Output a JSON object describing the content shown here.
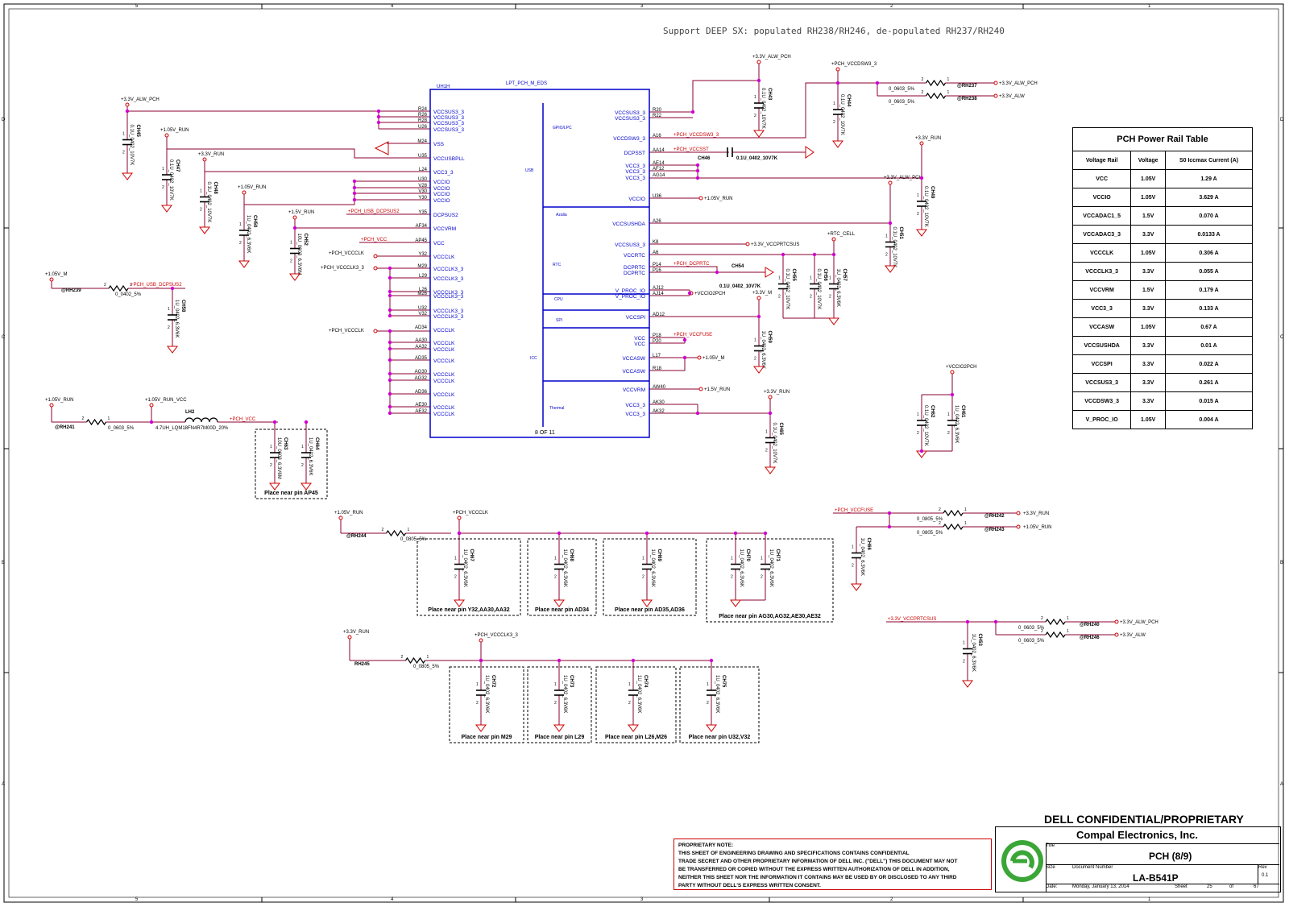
{
  "header_note": "Support DEEP SX: populated RH238/RH246, de-populated RH237/RH240",
  "border": {
    "top_cols": [
      "5",
      "4",
      "3",
      "2",
      "1"
    ],
    "bottom_cols": [
      "5",
      "4",
      "3",
      "2",
      "1"
    ],
    "side_rows": [
      "D",
      "C",
      "B",
      "A"
    ]
  },
  "ic": {
    "ref": "UH1H",
    "part": "LPT_PCH_M_EDS",
    "footer": "8 OF 11",
    "left_pins": [
      {
        "pin": "R24",
        "net": "VCCSUS3_3"
      },
      {
        "pin": "R26",
        "net": "VCCSUS3_3"
      },
      {
        "pin": "R28",
        "net": "VCCSUS3_3"
      },
      {
        "pin": "U26",
        "net": "VCCSUS3_3"
      },
      {
        "pin": "M24",
        "net": "VSS"
      },
      {
        "pin": "U35",
        "net": "VCCUSBPLL"
      },
      {
        "pin": "L24",
        "net": "VCC3_3"
      },
      {
        "pin": "U30",
        "net": "VCCIO"
      },
      {
        "pin": "V28",
        "net": "VCCIO"
      },
      {
        "pin": "V30",
        "net": "VCCIO"
      },
      {
        "pin": "Y30",
        "net": "VCCIO"
      },
      {
        "pin": "Y35",
        "net": "DCPSUS2"
      },
      {
        "pin": "AF34",
        "net": "VCCVRM"
      },
      {
        "pin": "AP45",
        "net": "VCC"
      },
      {
        "pin": "Y32",
        "net": "VCCCLK"
      },
      {
        "pin": "M29",
        "net": "VCCCLK3_3"
      },
      {
        "pin": "L29",
        "net": "VCCCLK3_3"
      },
      {
        "pin": "L26",
        "net": "VCCCLK3_3"
      },
      {
        "pin": "M26",
        "net": "VCCCLK3_3"
      },
      {
        "pin": "U32",
        "net": "VCCCLK3_3"
      },
      {
        "pin": "V32",
        "net": "VCCCLK3_3"
      },
      {
        "pin": "AD34",
        "net": "VCCCLK"
      },
      {
        "pin": "AA30",
        "net": "VCCCLK"
      },
      {
        "pin": "AA32",
        "net": "VCCCLK"
      },
      {
        "pin": "AD35",
        "net": "VCCCLK"
      },
      {
        "pin": "AG30",
        "net": "VCCCLK"
      },
      {
        "pin": "AG32",
        "net": "VCCCLK"
      },
      {
        "pin": "AD36",
        "net": "VCCCLK"
      },
      {
        "pin": "AE30",
        "net": "VCCCLK"
      },
      {
        "pin": "AE32",
        "net": "VCCCLK"
      }
    ],
    "right_pins": [
      {
        "pin": "R20",
        "net": "VCCSUS3_3"
      },
      {
        "pin": "R22",
        "net": "VCCSUS3_3"
      },
      {
        "pin": "A16",
        "net": "VCCDSW3_3"
      },
      {
        "pin": "AA14",
        "net": "DCPSST"
      },
      {
        "pin": "AE14",
        "net": "VCC3_3"
      },
      {
        "pin": "AF12",
        "net": "VCC3_3"
      },
      {
        "pin": "AG14",
        "net": "VCC3_3"
      },
      {
        "pin": "U36",
        "net": "VCCIO"
      },
      {
        "pin": "A26",
        "net": "VCCSUSHDA"
      },
      {
        "pin": "K8",
        "net": "VCCSUS3_3"
      },
      {
        "pin": "A6",
        "net": "VCCRTC"
      },
      {
        "pin": "P14",
        "net": "DCPRTC"
      },
      {
        "pin": "P16",
        "net": "DCPRTC"
      },
      {
        "pin": "AJ12",
        "net": "V_PROC_IO"
      },
      {
        "pin": "AJ14",
        "net": "V_PROC_IO"
      },
      {
        "pin": "AD12",
        "net": "VCCSPI"
      },
      {
        "pin": "P18",
        "net": "VCC"
      },
      {
        "pin": "P20",
        "net": "VCC"
      },
      {
        "pin": "L17",
        "net": "VCCASW"
      },
      {
        "pin": "R18",
        "net": "VCCASW"
      },
      {
        "pin": "AW40",
        "net": "VCCVRM"
      },
      {
        "pin": "AK30",
        "net": "VCC3_3"
      },
      {
        "pin": "AK32",
        "net": "VCC3_3"
      }
    ],
    "groups": [
      "GPIO/LPC",
      "USB",
      "Azalia",
      "RTC",
      "CPU",
      "SPI",
      "ICC",
      "Thermal"
    ]
  },
  "nets": {
    "alw_pch": "+3.3V_ALW_PCH",
    "run_105": "+1.05V_RUN",
    "run_33": "+3.3V_RUN",
    "run_15": "+1.5V_RUN",
    "vccdsw": "+PCH_VCCDSW3_3",
    "m_105": "+1.05V_M",
    "pch_usb_dcpsus2": "+PCH_USB_DCPSUS2",
    "pch_vcc": "+PCH_VCC",
    "pch_vccclk": "+PCH_VCCCLK",
    "pch_vccclk3_3": "+PCH_VCCCLK3_3",
    "pch_vccdsw_label": "+PCH_VCCDSW3_3",
    "pch_vccsst": "+PCH_VCCSST",
    "vccprtcsus": "+3.3V_VCCPRTCSUS",
    "rtc_cell": "+RTC_CELL",
    "pch_dcprtc": "+PCH_DCPRTC",
    "vccio2pch": "+VCCIO2PCH",
    "m_33": "+3.3V_M",
    "pch_vccfuse": "+PCH_VCCFUSE",
    "run_105_vcc": "+1.05V_RUN_VCC",
    "alw_33": "+3.3V_ALW"
  },
  "parts": {
    "ch45": {
      "ref": "CH45",
      "value": "0.1U_0402_10V7K"
    },
    "ch47": {
      "ref": "CH47",
      "value": "0.1U_0402_10V7K"
    },
    "ch48": {
      "ref": "CH48",
      "value": "0.1U_0402_10V7K"
    },
    "ch50": {
      "ref": "CH50",
      "value": "1U_0402_6.3V6K"
    },
    "ch52": {
      "ref": "CH52",
      "value": "10U_0603_6.3V6M"
    },
    "ch58": {
      "ref": "CH58",
      "value": "1U_0402_6.3V6K"
    },
    "ch43": {
      "ref": "CH43",
      "value": "0.1U_0402_10V7K"
    },
    "ch44": {
      "ref": "CH44",
      "value": "0.1U_0402_10V7K"
    },
    "ch46": {
      "ref": "CH46",
      "value": "0.1U_0402_10V7K"
    },
    "ch49": {
      "ref": "CH49",
      "value": "0.1U_0402_10V7K"
    },
    "ch51": {
      "ref": "CH51",
      "value": "0.1U_0402_10V7K"
    },
    "ch54": {
      "ref": "CH54",
      "value": "0.1U_0402_10V7K"
    },
    "ch55": {
      "ref": "CH55",
      "value": "0.1U_0402_10V7K"
    },
    "ch56": {
      "ref": "CH56",
      "value": "0.1U_0402_10V7K"
    },
    "ch57": {
      "ref": "CH57",
      "value": "1U_0402_6.3V6K"
    },
    "ch59": {
      "ref": "CH59",
      "value": "1U_0402_6.3V6K"
    },
    "ch65": {
      "ref": "CH65",
      "value": "0.1U_0402_10V7K"
    },
    "ch61": {
      "ref": "CH61",
      "value": "1U_0402_6.3V6K"
    },
    "ch62": {
      "ref": "CH62",
      "value": "0.1U_0402_10V7K"
    },
    "ch63": {
      "ref": "CH63",
      "value": "10U_0603_6.3V6M"
    },
    "ch64": {
      "ref": "CH64",
      "value": "1U_0402_6.3V6K"
    },
    "ch66": {
      "ref": "CH66",
      "value": "1U_0402_6.3V6K"
    },
    "ch67": {
      "ref": "CH67",
      "value": "1U_0402_6.3V6K"
    },
    "ch68": {
      "ref": "CH68",
      "value": "1U_0402_6.3V6K"
    },
    "ch69": {
      "ref": "CH69",
      "value": "1U_0402_6.3V6K"
    },
    "ch70": {
      "ref": "CH70",
      "value": "1U_0402_6.3V6K"
    },
    "ch71": {
      "ref": "CH71",
      "value": "1U_0402_6.3V6K"
    },
    "ch72": {
      "ref": "CH72",
      "value": "1U_0402_6.3V6K"
    },
    "ch73": {
      "ref": "CH73",
      "value": "1U_0402_6.3V6K"
    },
    "ch74": {
      "ref": "CH74",
      "value": "1U_0402_6.3V6K"
    },
    "ch75": {
      "ref": "CH75",
      "value": "1U_0402_6.3V6K"
    },
    "ch53": {
      "ref": "CH53",
      "value": "1U_0402_6.3V6K"
    },
    "rh237": {
      "ref": "@RH237",
      "value": "0_0603_5%"
    },
    "rh238": {
      "ref": "@RH238",
      "value": "0_0603_5%"
    },
    "rh239": {
      "ref": "@RH239",
      "value": "0_0402_5%"
    },
    "rh241": {
      "ref": "@RH241",
      "value": "0_0603_5%"
    },
    "lh2": {
      "ref": "LH2",
      "value": "4.7UH_LQM18FN4R7M00D_20%"
    },
    "rh242": {
      "ref": "@RH242",
      "value": "0_0805_5%"
    },
    "rh243": {
      "ref": "@RH243",
      "value": "0_0805_5%"
    },
    "rh244": {
      "ref": "@RH244",
      "value": "0_0805_5%"
    },
    "rh245": {
      "ref": "RH245",
      "value": "0_0805_5%"
    },
    "rh240": {
      "ref": "@RH240",
      "value": "0_0603_5%"
    },
    "rh246": {
      "ref": "@RH246",
      "value": "0_0603_5%"
    }
  },
  "placement_notes": [
    "Place near pin AP45",
    "Place near pin Y32,AA30,AA32",
    "Place near pin AD34",
    "Place near pin AD35,AD36",
    "Place near pin AG30,AG32,AE30,AE32",
    "Place near pin M29",
    "Place near pin L29",
    "Place near pin L26,M26",
    "Place near pin U32,V32"
  ],
  "rail_table": {
    "title": "PCH Power Rail Table",
    "headers": [
      "Voltage Rail",
      "Voltage",
      "S0 Iccmax Current (A)"
    ],
    "rows": [
      [
        "VCC",
        "1.05V",
        "1.29 A"
      ],
      [
        "VCCIO",
        "1.05V",
        "3.629 A"
      ],
      [
        "VCCADAC1_5",
        "1.5V",
        "0.070 A"
      ],
      [
        "VCCADAC3_3",
        "3.3V",
        "0.0133 A"
      ],
      [
        "VCCCLK",
        "1.05V",
        "0.306 A"
      ],
      [
        "VCCCLK3_3",
        "3.3V",
        "0.055 A"
      ],
      [
        "VCCVRM",
        "1.5V",
        "0.179 A"
      ],
      [
        "VCC3_3",
        "3.3V",
        "0.133 A"
      ],
      [
        "VCCASW",
        "1.05V",
        "0.67 A"
      ],
      [
        "VCCSUSHDA",
        "3.3V",
        "0.01 A"
      ],
      [
        "VCCSPI",
        "3.3V",
        "0.022 A"
      ],
      [
        "VCCSUS3_3",
        "3.3V",
        "0.261 A"
      ],
      [
        "VCCDSW3_3",
        "3.3V",
        "0.015 A"
      ],
      [
        "V_PROC_IO",
        "1.05V",
        "0.004 A"
      ]
    ]
  },
  "proprietary": {
    "title": "PROPRIETARY NOTE:",
    "lines": [
      "THIS SHEET OF ENGINEERING DRAWING AND SPECIFICATIONS CONTAINS CONFIDENTIAL",
      "TRADE SECRET AND OTHER PROPRIETARY INFORMATION OF DELL INC. (\"DELL\") THIS DOCUMENT MAY NOT",
      "BE TRANSFERRED OR COPIED WITHOUT THE EXPRESS WRITTEN AUTHORIZATION OF DELL IN ADDITION,",
      "NEITHER THIS SHEET NOR THE INFORMATION IT CONTAINS MAY BE USED BY OR DISCLOSED TO ANY THIRD",
      "PARTY WITHOUT DELL'S EXPRESS WRITTEN CONSENT."
    ]
  },
  "title_block": {
    "confidential": "DELL CONFIDENTIAL/PROPRIETARY",
    "company": "Compal Electronics, Inc.",
    "title_label": "Title",
    "title": "PCH (8/9)",
    "size_label": "Size",
    "doc_label": "Document Number",
    "doc": "LA-B541P",
    "rev_label": "Rev",
    "rev": "0.1",
    "date_label": "Date:",
    "date": "Monday, January 13, 2014",
    "sheet_label": "Sheet",
    "sheet": "25",
    "of_label": "of",
    "total": "67"
  },
  "colors": {
    "wire": "#8b0030",
    "ic": "#0000cc",
    "net_label": "#cc0000",
    "junction": "#d000d0",
    "ground": "#cc0000",
    "logo": "#3aa637"
  }
}
